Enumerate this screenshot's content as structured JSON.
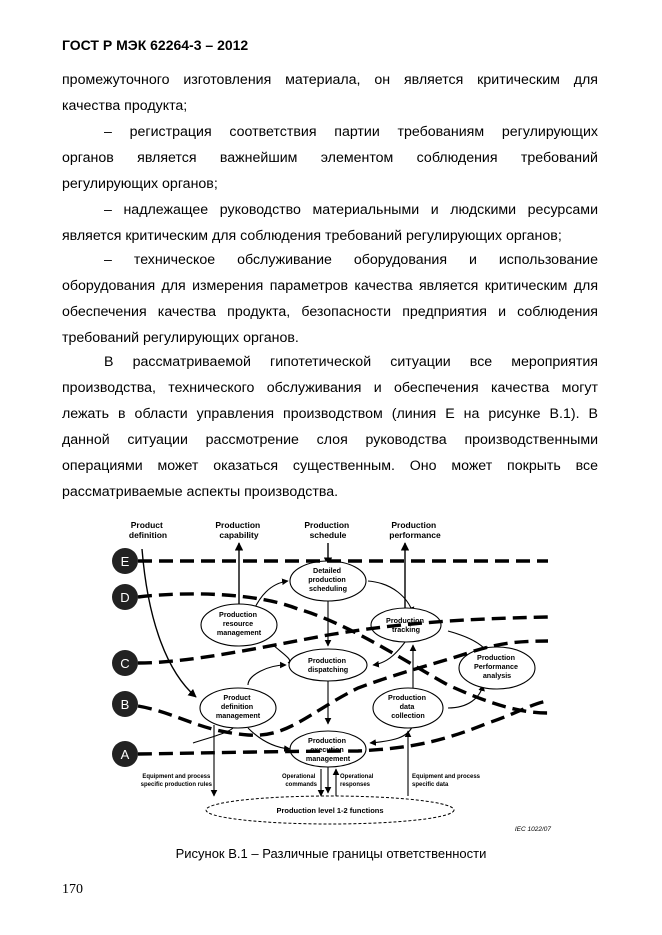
{
  "header": "ГОСТ Р МЭК 62264-3 – 2012",
  "body": {
    "p1": [
      "промежуточного изготовления материала, он является критическим для",
      "качества продукта;"
    ],
    "p2": [
      "– регистрация соответствия партии требованиям регулирующих",
      "органов является важнейшим элементом соблюдения требований",
      "регулирующих органов;"
    ],
    "p3": [
      "– надлежащее руководство материальными и людскими ресурсами",
      "является критическим для соблюдения требований регулирующих органов;"
    ],
    "p4": [
      "– техническое обслуживание оборудования и использование",
      "оборудования для измерения параметров качества является критическим для",
      "обеспечения качества продукта, безопасности предприятия и соблюдения",
      "требований регулирующих органов."
    ],
    "p5": [
      "В рассматриваемой гипотетической ситуации все мероприятия",
      "производства, технического обслуживания и обеспечения качества могут",
      "лежать в области управления производством (линия Е на рисунке В.1). В",
      "данной ситуации рассмотрение слоя руководства производственными",
      "операциями может оказаться существенным. Оно может покрыть все",
      "рассматриваемые аспекты производства."
    ]
  },
  "figure": {
    "top_labels": [
      [
        "Product",
        "definition"
      ],
      [
        "Production",
        "capability"
      ],
      [
        "Production",
        "schedule"
      ],
      [
        "Production",
        "performance"
      ]
    ],
    "boundary_labels": [
      "E",
      "D",
      "C",
      "B",
      "A"
    ],
    "nodes": {
      "scheduling": [
        "Detailed",
        "production",
        "scheduling"
      ],
      "resource": [
        "Production",
        "resource",
        "management"
      ],
      "tracking": [
        "Production",
        "tracking"
      ],
      "dispatching": [
        "Production",
        "dispatching"
      ],
      "analysis": [
        "Production",
        "Performance",
        "analysis"
      ],
      "definition": [
        "Product",
        "definition",
        "management"
      ],
      "collection": [
        "Production",
        "data",
        "collection"
      ],
      "execution": [
        "Production",
        "execution",
        "management"
      ]
    },
    "bottom_labels": {
      "rules": [
        "Equipment and process",
        "specific production rules"
      ],
      "commands": [
        "Operational",
        "commands"
      ],
      "responses": [
        "Operational",
        "responses"
      ],
      "data": [
        "Equipment and process",
        "specific data"
      ]
    },
    "level_label": "Production level 1-2 functions",
    "iec_ref": "IEC   1022/07"
  },
  "caption": "Рисунок В.1 – Различные границы ответственности",
  "page_number": "170"
}
